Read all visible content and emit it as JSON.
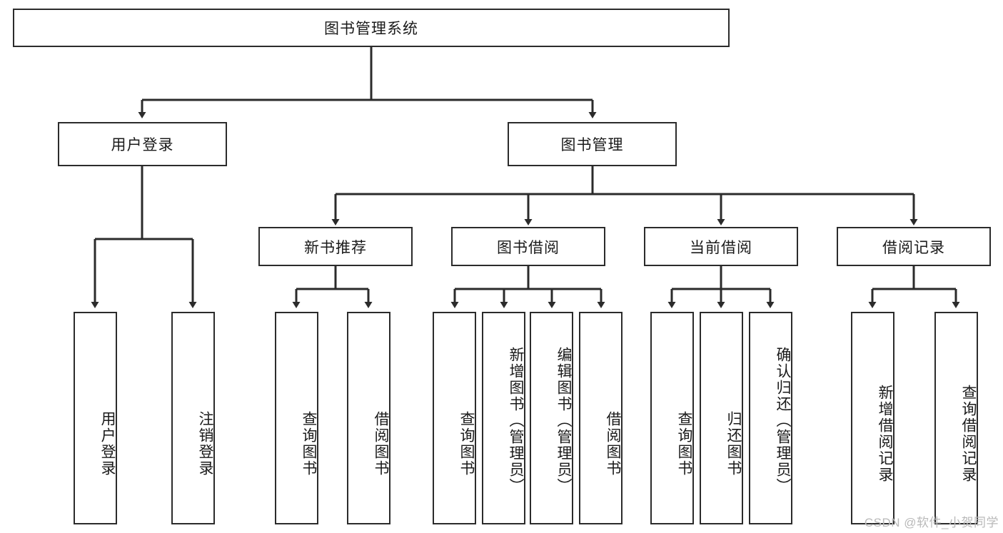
{
  "diagram": {
    "type": "tree",
    "title": "图书管理系统",
    "watermark": "CSDN @软件_小贺同学",
    "colors": {
      "stroke": "#2b2b2b",
      "fill": "#ffffff",
      "text": "#1a1a1a",
      "watermark": "#b9b9b9"
    },
    "root": {
      "label": "图书管理系统"
    },
    "level2": [
      {
        "label": "用户登录"
      },
      {
        "label": "图书管理"
      }
    ],
    "level3": [
      {
        "label": "新书推荐"
      },
      {
        "label": "图书借阅"
      },
      {
        "label": "当前借阅"
      },
      {
        "label": "借阅记录"
      }
    ],
    "leaves": {
      "user_login": [
        {
          "label": "用户登录"
        },
        {
          "label": "注销登录"
        }
      ],
      "new_books": [
        {
          "label": "查询图书"
        },
        {
          "label": "借阅图书"
        }
      ],
      "book_borrow": [
        {
          "label": "查询图书"
        },
        {
          "label": "新增图书（管理员）"
        },
        {
          "label": "编辑图书（管理员）"
        },
        {
          "label": "借阅图书"
        }
      ],
      "current_borrow": [
        {
          "label": "查询图书"
        },
        {
          "label": "归还图书"
        },
        {
          "label": "确认归还（管理员）"
        }
      ],
      "borrow_records": [
        {
          "label": "新增借阅记录"
        },
        {
          "label": "查询借阅记录"
        }
      ]
    }
  }
}
